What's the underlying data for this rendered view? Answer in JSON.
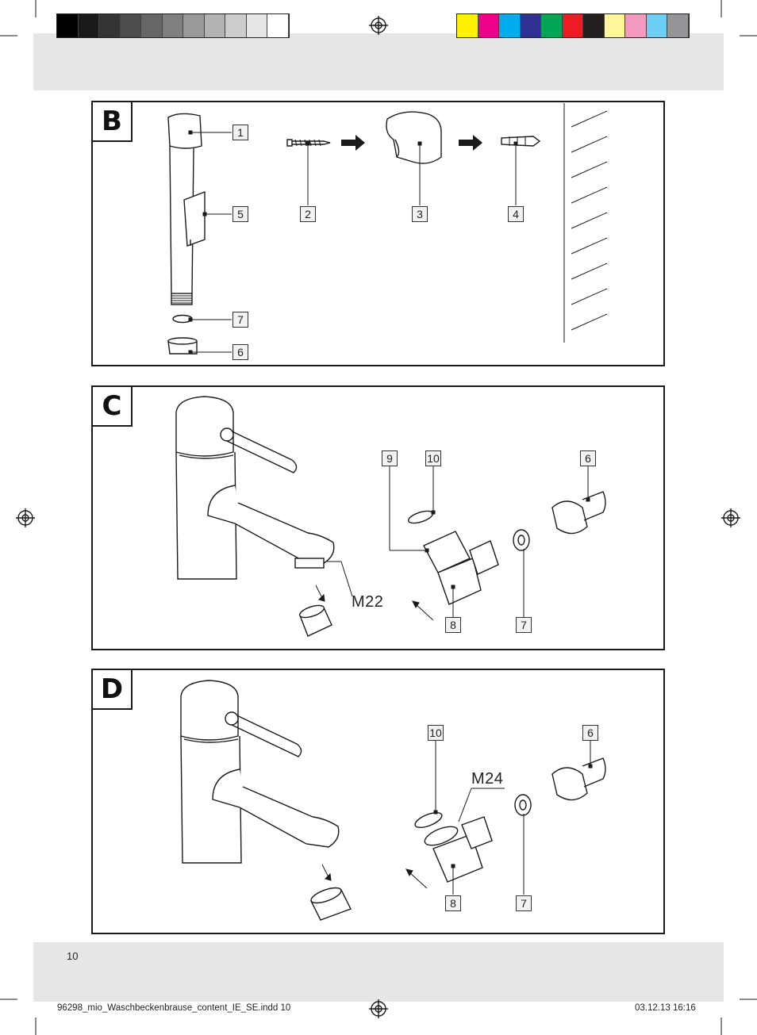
{
  "color_bar": {
    "grayscale": [
      "#000000",
      "#1a1a1a",
      "#333333",
      "#4d4d4d",
      "#666666",
      "#808080",
      "#999999",
      "#b3b3b3",
      "#cccccc",
      "#e6e6e6",
      "#ffffff"
    ],
    "process": [
      "#fff200",
      "#ec008c",
      "#00aeef",
      "#2e3192",
      "#00a651",
      "#ed1c24",
      "#231f20",
      "#fff799",
      "#f49ac1",
      "#6dcff6",
      "#939598"
    ]
  },
  "panels": {
    "b": {
      "letter": "B",
      "callouts": [
        "1",
        "5",
        "7",
        "6",
        "2",
        "3",
        "4"
      ]
    },
    "c": {
      "letter": "C",
      "callouts": [
        "9",
        "10",
        "6",
        "8",
        "7"
      ],
      "thread_label": "M22"
    },
    "d": {
      "letter": "D",
      "callouts": [
        "10",
        "6",
        "8",
        "7"
      ],
      "thread_label": "M24"
    }
  },
  "footer": {
    "page_number": "10",
    "file_name": "96298_mio_Waschbeckenbrause_content_IE_SE.indd   10",
    "date_time": "03.12.13   16:16"
  }
}
